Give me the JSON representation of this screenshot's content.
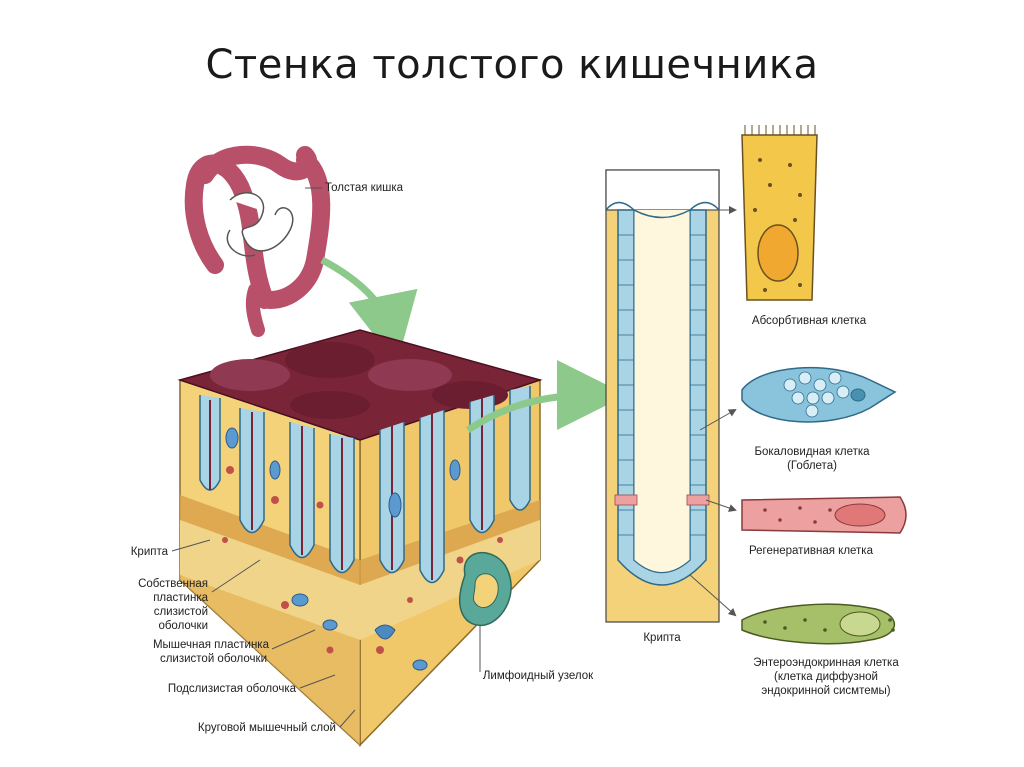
{
  "title": "Стенка толстого кишечника",
  "labels": {
    "colon": "Толстая кишка",
    "crypt_left": "Крипта",
    "lamina_propria": [
      "Собственная",
      "пластинка",
      "слизистой",
      "оболочки"
    ],
    "muscularis_mucosae": [
      "Мышечная пластинка",
      "слизистой оболочки"
    ],
    "submucosa": "Подслизистая оболочка",
    "circular_muscle": "Круговой мышечный слой",
    "lymphoid_nodule": "Лимфоидный узелок",
    "crypt_right": "Крипта",
    "absorptive_cell": "Абсорбтивная клетка",
    "goblet_cell": [
      "Бокаловидная клетка",
      "(Гоблета)"
    ],
    "regenerative_cell": "Регенеративная клетка",
    "enteroendocrine_cell": [
      "Энтероэндокринная клетка",
      "(клетка диффузной",
      "эндокринной сисмтемы)"
    ]
  },
  "colors": {
    "tissue_yellow": "#f3d27a",
    "mucosa_maroon": "#7a2438",
    "colon_pink": "#b8506a",
    "epithelium_blue": "#a8d4e6",
    "nodule_teal": "#5aa89a",
    "arrow_green": "#8cc98a",
    "regenerative_pink": "#eda0a0",
    "enteroendocrine_green": "#a6c06a"
  }
}
